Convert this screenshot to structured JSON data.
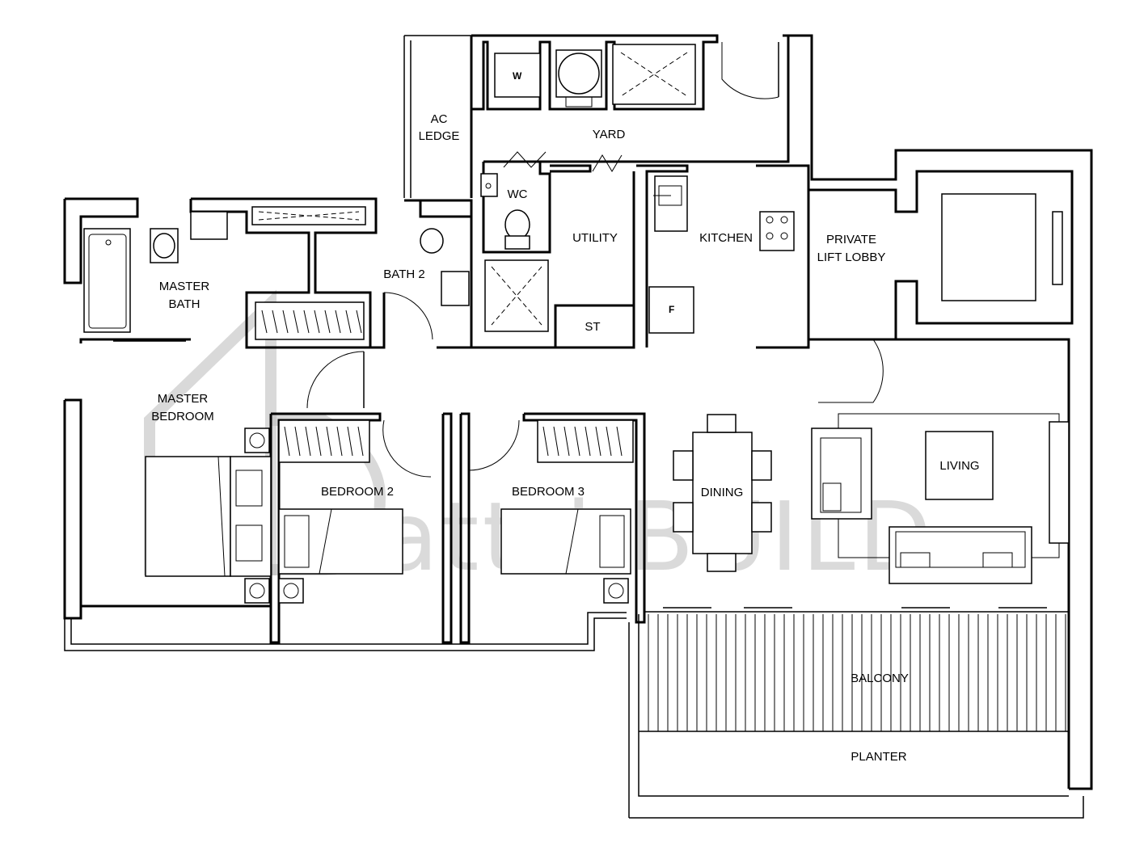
{
  "rooms": {
    "ac_ledge": [
      "AC",
      "LEDGE"
    ],
    "yard": "YARD",
    "wc": "WC",
    "utility": "UTILITY",
    "kitchen": "KITCHEN",
    "private_lift_lobby": [
      "PRIVATE",
      "LIFT LOBBY"
    ],
    "master_bath": [
      "MASTER",
      "BATH"
    ],
    "bath2": "BATH 2",
    "st": "ST",
    "master_bedroom": [
      "MASTER",
      "BEDROOM"
    ],
    "bedroom2": "BEDROOM 2",
    "bedroom3": "BEDROOM 3",
    "dining": "DINING",
    "living": "LIVING",
    "balcony": "BALCONY",
    "planter": "PLANTER"
  },
  "fixtures": {
    "washer": "W",
    "fridge": "F"
  },
  "watermark": "attri.BUILD"
}
